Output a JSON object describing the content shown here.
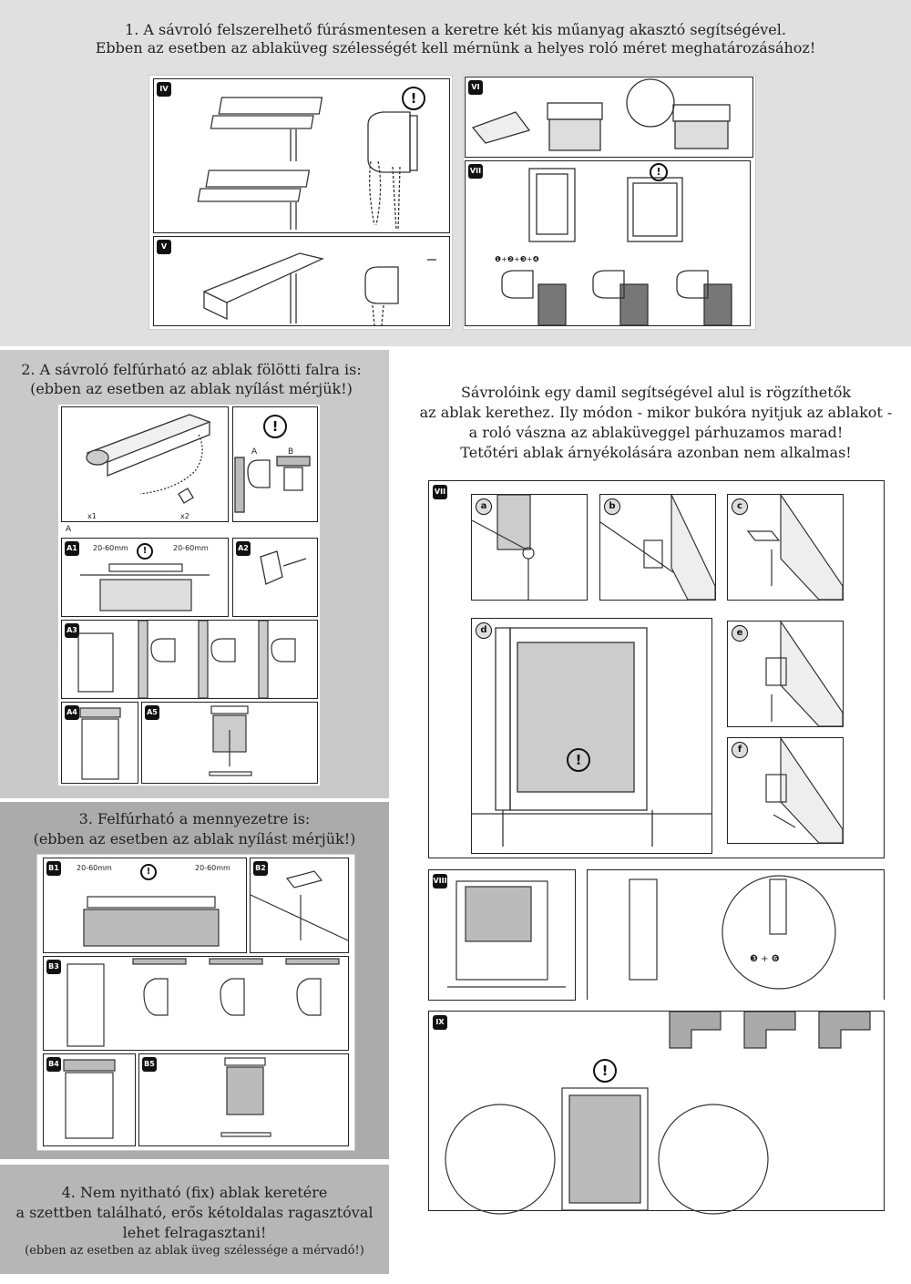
{
  "sections": {
    "s1": {
      "line1": "1. A sávroló felszerelhető fúrásmentesen a keretre két kis műanyag akasztó segítségével.",
      "line2": "Ebben az esetben az ablaküveg szélességét kell mérnünk a helyes roló méret meghatározásához!"
    },
    "s2": {
      "line1": "2. A sávroló felfúrható az ablak fölötti falra is:",
      "line2": "(ebben az esetben az ablak nyílást mérjük!)"
    },
    "s3": {
      "line1": "3. Felfúrható a mennyezetre is:",
      "line2": "(ebben az esetben az ablak nyílást mérjük!)"
    },
    "s4": {
      "line1": "4. Nem nyitható (fix) ablak keretére",
      "line2": "a szettben található, erős kétoldalas ragasztóval",
      "line3": "lehet felragasztani!",
      "line4": "(ebben az esetben az ablak üveg szélessége a mérvadó!)"
    },
    "note": {
      "line1": "Sávrolóink egy damil segítségével alul is rögzíthetők",
      "line2": "az ablak kerethez. Ily módon - mikor bukóra nyitjuk az ablakot -",
      "line3": "a roló vászna az ablaküveggel párhuzamos marad!",
      "line4": "Tetőtéri ablak árnyékolására azonban nem alkalmas!"
    }
  },
  "badges": {
    "iv": "IV",
    "v": "V",
    "vi": "VI",
    "vii": "VII",
    "viii": "VIII",
    "ix": "IX",
    "a": "a",
    "b": "b",
    "c": "c",
    "d": "d",
    "e": "e",
    "f": "f",
    "a1": "A1",
    "a2": "A2",
    "a3": "A3",
    "a4": "A4",
    "a5": "A5",
    "b1": "B1",
    "b2": "B2",
    "b3": "B3",
    "b4": "B4",
    "b5": "B5"
  },
  "labels": {
    "letter_a": "A",
    "letter_b": "B",
    "letter_a_small": "A",
    "qty1": "x1",
    "qty2": "x2",
    "dim": "20-60mm",
    "seq": "❶+❷+❸+❹",
    "combo": "❸ + ❻",
    "warning": "!"
  },
  "colors": {
    "top_band": "#e0e0e0",
    "left_band_2": "#c9c9c9",
    "left_band_3": "#ababab",
    "left_band_4": "#b6b6b6"
  }
}
